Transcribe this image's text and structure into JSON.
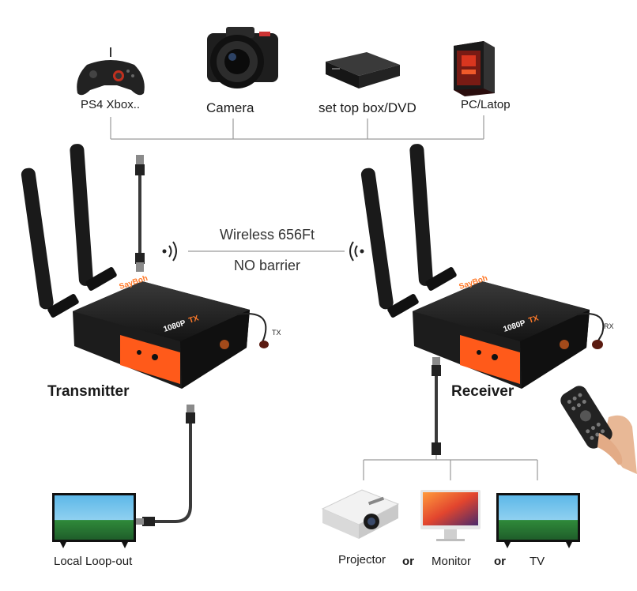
{
  "sources": {
    "ps4": "PS4 Xbox..",
    "camera": "Camera",
    "settop": "set top box/DVD",
    "pc": "PC/Latop"
  },
  "wireless": {
    "range": "Wireless 656Ft",
    "barrier": "NO barrier"
  },
  "transmitter": {
    "title": "Transmitter",
    "brand": "SayBoh",
    "resolution": "1080P",
    "mode": "TX",
    "ir_tag": "TX"
  },
  "receiver": {
    "title": "Receiver",
    "brand": "SayBoh",
    "resolution": "1080P",
    "mode": "TX",
    "ir_tag": "RX"
  },
  "outputs": {
    "loopout": "Local Loop-out",
    "projector": "Projector",
    "monitor": "Monitor",
    "tv": "TV",
    "or1": "or",
    "or2": "or"
  },
  "colors": {
    "device_body": "#1c1c1c",
    "accent_orange": "#ff5a1a",
    "line_gray": "#9a9a9a"
  }
}
